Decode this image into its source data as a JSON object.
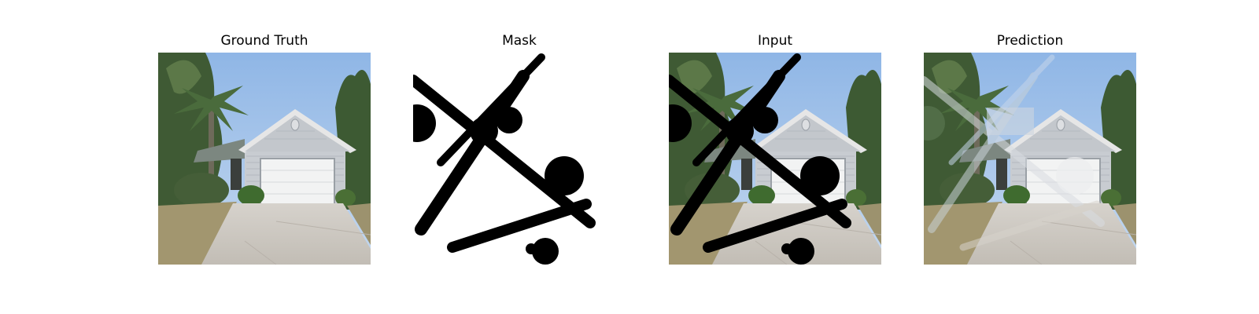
{
  "figure": {
    "panels": [
      {
        "title": "Ground Truth"
      },
      {
        "title": "Mask"
      },
      {
        "title": "Input"
      },
      {
        "title": "Prediction"
      }
    ],
    "colors": {
      "sky": "#a9c8ea",
      "siding": "#c9cdd2",
      "roof": "#7f8a83",
      "garage_door": "#f1f2f2",
      "driveway": "#cfcac3",
      "lawn": "#a39770",
      "foliage": "#3f5a34",
      "mask_stroke": "#000000"
    }
  }
}
